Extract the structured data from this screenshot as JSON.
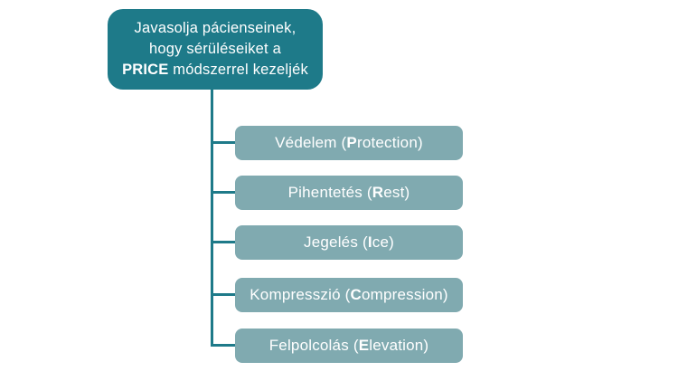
{
  "diagram": {
    "type": "hierarchy",
    "root": {
      "line1": "Javasolja pácienseinek,",
      "line2": "hogy sérüléseiket a",
      "line3_bold": "PRICE",
      "line3_rest": " módszerrel kezeljék"
    },
    "children": [
      {
        "pre": "Védelem (",
        "bold": "P",
        "post": "rotection)"
      },
      {
        "pre": "Pihentetés (",
        "bold": "R",
        "post": "est)"
      },
      {
        "pre": "Jegelés (",
        "bold": "I",
        "post": "ce)"
      },
      {
        "pre": "Kompresszió (",
        "bold": "C",
        "post": "ompression)"
      },
      {
        "pre": "Felpolcolás (",
        "bold": "E",
        "post": "levation)"
      }
    ],
    "colors": {
      "root_bg": "#1e7a89",
      "child_bg": "#80aab0",
      "line": "#1e7a89",
      "text": "#ffffff",
      "background": "#ffffff"
    }
  }
}
